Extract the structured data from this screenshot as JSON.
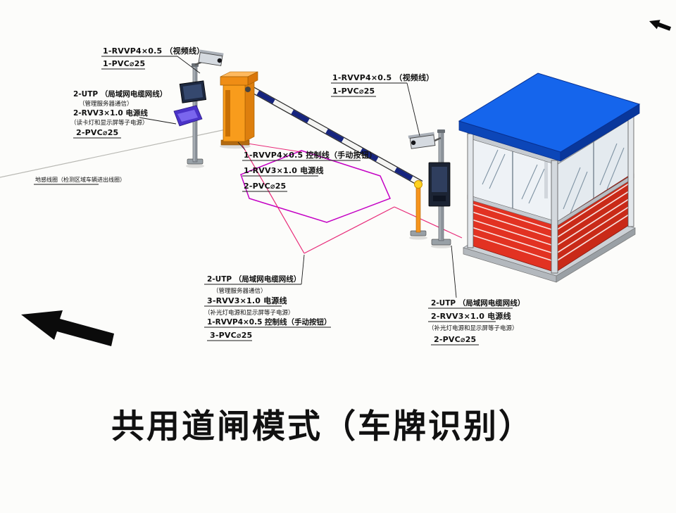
{
  "title": "共用道闸模式（车牌识别）",
  "colors": {
    "roof_blue": "#1565ec",
    "wall_red": "#e23222",
    "wall_red_side": "#c92a18",
    "barrier_orange": "#f89c1c",
    "loop_magenta": "#c400c4",
    "link_pink": "#e82a78"
  },
  "labels": {
    "cam1_cable": {
      "l1": "1-RVVP4×0.5 （视频线）",
      "l2": "1-PVC⌀25"
    },
    "reader_cable": {
      "l1": "2-UTP （局域网电缆网线）",
      "l2": "（管理服务器通信）",
      "l3": "2-RVV3×1.0 电源线",
      "l4": "（读卡灯和显示屏等子电源）",
      "l5": "2-PVC⌀25"
    },
    "barrier_cable": {
      "l1": "1-RVVP4×0.5 控制线（手动按钮）",
      "l2": "1-RVV3×1.0 电源线",
      "l3": "2-PVC⌀25"
    },
    "cam2_cable": {
      "l1": "1-RVVP4×0.5 （视频线）",
      "l2": "1-PVC⌀25"
    },
    "loop_label": "地感线圈（检测区域车辆进出线圈）",
    "island_cable": {
      "l1": "2-UTP （局域网电缆网线）",
      "l2": "（管理服务器通信）",
      "l3": "3-RVV3×1.0 电源线",
      "l4": "（补光灯电源和显示屏等子电源）",
      "l5": "1-RVVP4×0.5 控制线（手动按钮）",
      "l6": "3-PVC⌀25"
    },
    "booth_cable": {
      "l1": "2-UTP （局域网电缆网线）",
      "l2": "2-RVV3×1.0 电源线",
      "l3": "（补光灯电源和显示屏等子电源）",
      "l4": "2-PVC⌀25"
    }
  }
}
